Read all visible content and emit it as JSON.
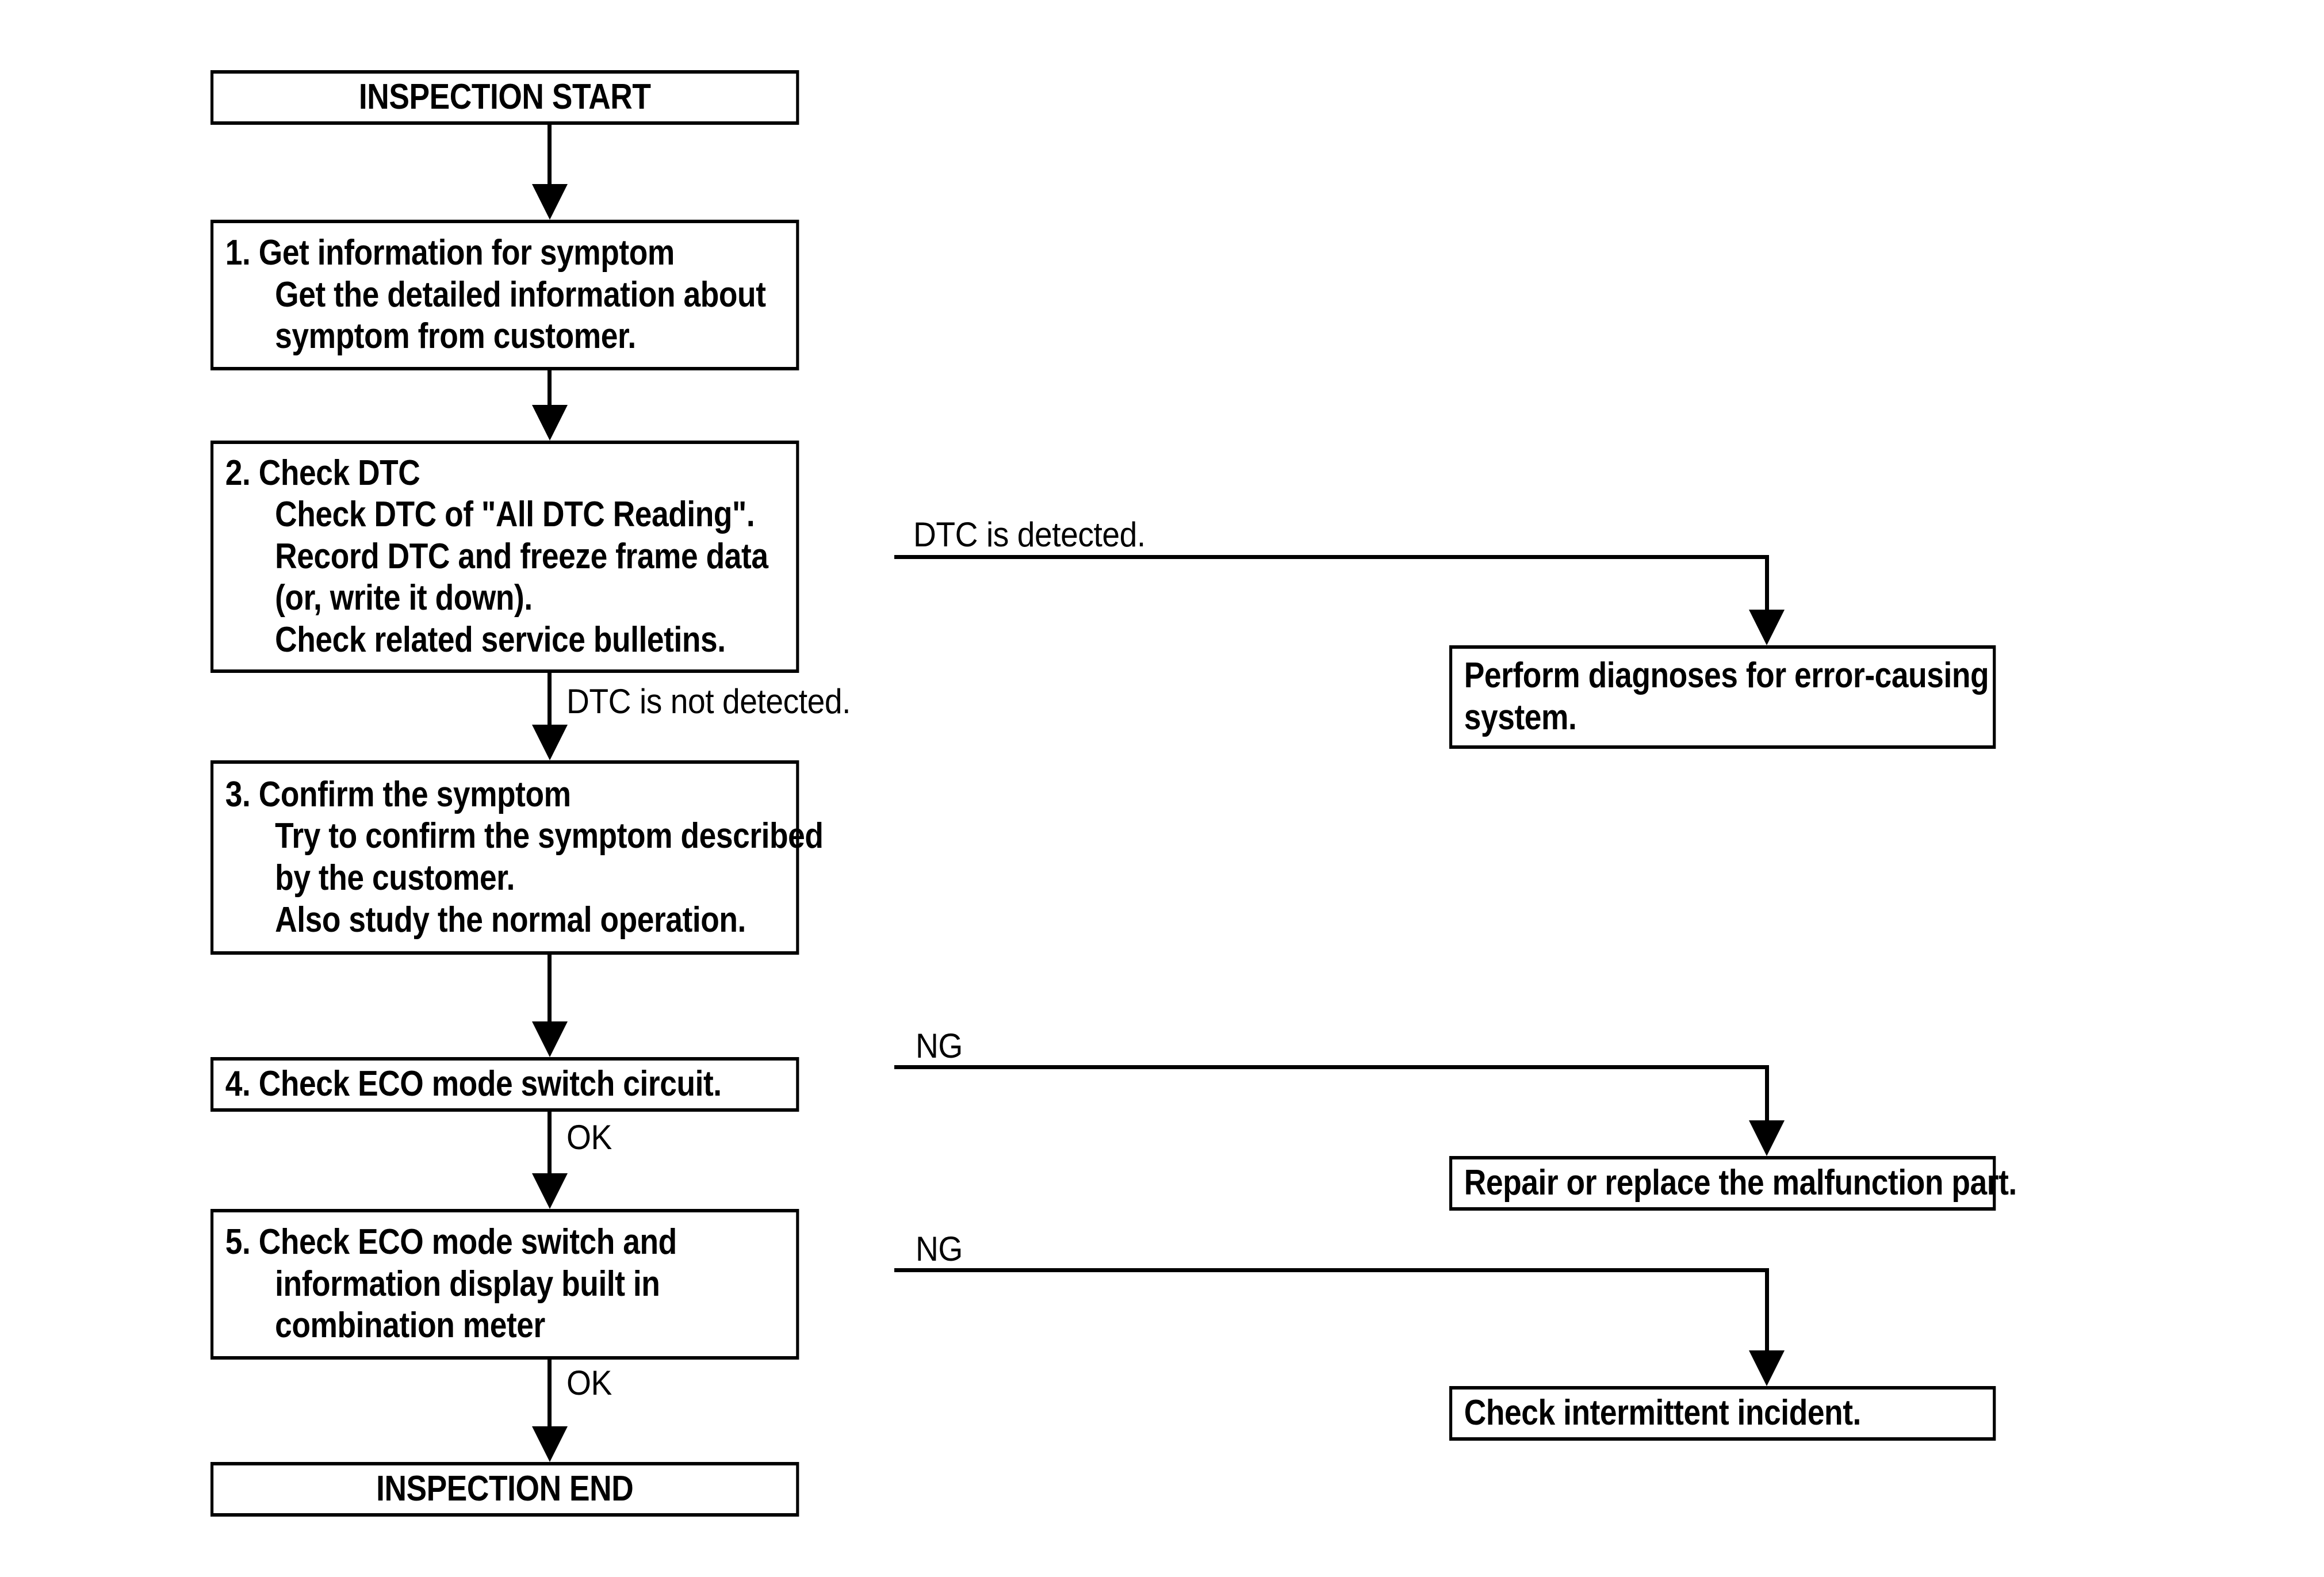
{
  "diagram": {
    "title": "ECO mode switch diagnosis work flow",
    "type": "flowchart",
    "background_color": "#ffffff",
    "line_color": "#000000",
    "text_color": "#000000"
  },
  "nodes": {
    "start": {
      "id": "start",
      "label": "INSPECTION START",
      "align": "center",
      "lines": [
        "INSPECTION START"
      ]
    },
    "step1": {
      "id": "step1",
      "label": "1. Get information for symptom",
      "align": "left",
      "lines": [
        "1. Get information for symptom",
        "Get the detailed information about",
        "symptom from customer."
      ]
    },
    "step2": {
      "id": "step2",
      "label": "2. Check DTC",
      "align": "left",
      "lines": [
        "2. Check DTC",
        "Check DTC of \"All DTC Reading\".",
        "Record DTC and freeze frame data",
        "(or, write it down).",
        "Check related service bulletins."
      ]
    },
    "step3": {
      "id": "step3",
      "label": "3. Confirm the symptom",
      "align": "left",
      "lines": [
        "3. Confirm the symptom",
        "Try to confirm the symptom described",
        "by the customer.",
        "Also study the normal operation."
      ]
    },
    "step4": {
      "id": "step4",
      "label": "4. Check ECO mode switch circuit.",
      "align": "left",
      "lines": [
        "4. Check ECO mode switch circuit."
      ]
    },
    "step5": {
      "id": "step5",
      "label": "5. Check ECO mode switch and information display built in combination meter",
      "align": "left",
      "lines": [
        "5. Check ECO mode switch and",
        "information display built in",
        "combination meter"
      ]
    },
    "end": {
      "id": "end",
      "label": "INSPECTION END",
      "align": "center",
      "lines": [
        "INSPECTION END"
      ]
    },
    "perform_diagnoses": {
      "id": "perform_diagnoses",
      "label": "Perform diagnoses for error-causing system.",
      "align": "left",
      "lines": [
        "Perform diagnoses for error-causing",
        "system."
      ]
    },
    "repair_replace": {
      "id": "repair_replace",
      "label": "Repair or replace the malfunction part.",
      "align": "left",
      "lines": [
        "Repair or replace the malfunction part."
      ]
    },
    "check_intermittent": {
      "id": "check_intermittent",
      "label": "Check intermittent incident.",
      "align": "left",
      "lines": [
        "Check intermittent incident."
      ]
    }
  },
  "edge_labels": {
    "dtc_detected": "DTC is detected.",
    "dtc_not_detected": "DTC is not detected.",
    "ng_step4": "NG",
    "ok_step4": "OK",
    "ng_step5": "NG",
    "ok_step5": "OK"
  },
  "edges": [
    {
      "from": "start",
      "to": "step1",
      "label": ""
    },
    {
      "from": "step1",
      "to": "step2",
      "label": ""
    },
    {
      "from": "step2",
      "to": "perform_diagnoses",
      "label": "DTC is detected."
    },
    {
      "from": "step2",
      "to": "step3",
      "label": "DTC is not detected."
    },
    {
      "from": "step3",
      "to": "step4",
      "label": ""
    },
    {
      "from": "step4",
      "to": "repair_replace",
      "label": "NG"
    },
    {
      "from": "step4",
      "to": "step5",
      "label": "OK"
    },
    {
      "from": "step5",
      "to": "check_intermittent",
      "label": "NG"
    },
    {
      "from": "step5",
      "to": "end",
      "label": "OK"
    }
  ]
}
